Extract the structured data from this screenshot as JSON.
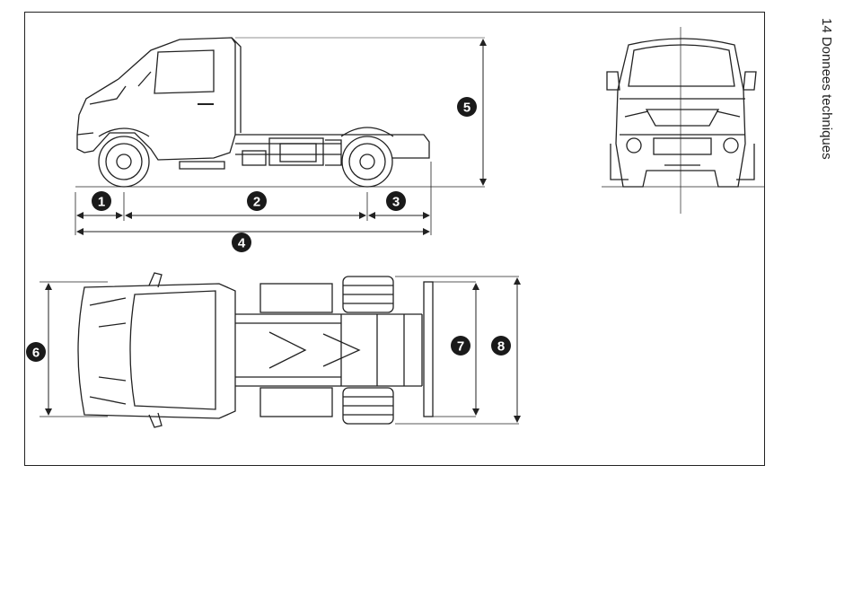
{
  "page": {
    "side_title": "14 Donnees techniques"
  },
  "callouts": [
    "1",
    "2",
    "3",
    "4",
    "5",
    "6",
    "7",
    "8"
  ],
  "colors": {
    "line": "#222222",
    "callout_fill": "#1a1a1a"
  }
}
